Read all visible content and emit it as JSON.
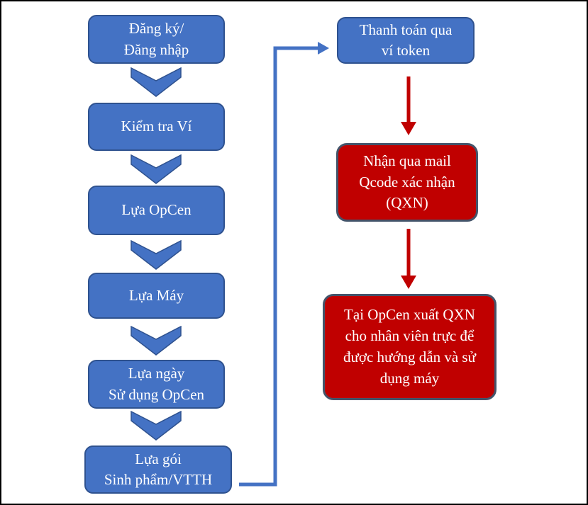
{
  "diagram": {
    "type": "flowchart",
    "colors": {
      "background": "#FFFFFF",
      "outer_border": "#000000",
      "blue_fill": "#4472C4",
      "blue_border": "#2F528F",
      "red_fill": "#C00000",
      "red_border": "#44546A",
      "text": "#FFFFFF"
    },
    "left_flow": {
      "steps": [
        {
          "label": "Đăng ký/\nĐăng nhập"
        },
        {
          "label": "Kiểm tra Ví"
        },
        {
          "label": "Lựa OpCen"
        },
        {
          "label": "Lựa Máy"
        },
        {
          "label": "Lựa ngày\nSử dụng OpCen"
        },
        {
          "label": "Lựa gói\nSinh phẩm/VTTH"
        }
      ],
      "connector_between_steps": "chevron-down"
    },
    "right_flow": {
      "steps": [
        {
          "label": "Thanh toán qua\nví token",
          "style": "blue"
        },
        {
          "label": "Nhận qua mail\nQcode xác nhận\n(QXN)",
          "style": "red"
        },
        {
          "label": "Tại OpCen xuất QXN\ncho nhân viên trực để\nđược hướng dẫn và sử\ndụng máy",
          "style": "red"
        }
      ],
      "connector_between_steps": "red-arrow-down"
    },
    "cross_connector": {
      "from": "Lựa gói Sinh phẩm/VTTH",
      "to": "Thanh toán qua ví token",
      "shape": "elbow-right-up-right",
      "color": "#4472C4"
    }
  }
}
